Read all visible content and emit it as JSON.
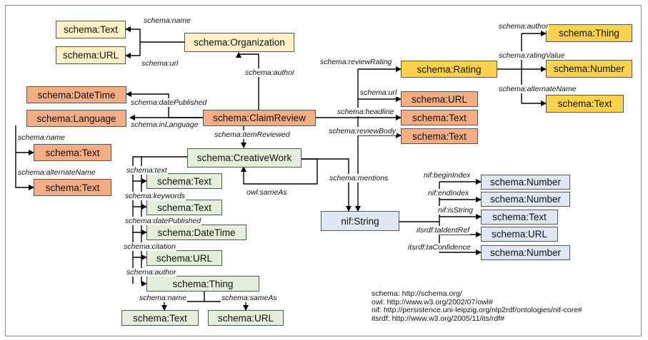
{
  "nodes": {
    "org_text": "schema:Text",
    "org_url": "schema:URL",
    "organization": "schema:Organization",
    "datetime": "schema:DateTime",
    "language": "schema:Language",
    "lang_text1": "schema:Text",
    "lang_text2": "schema:Text",
    "claimreview": "schema:ClaimReview",
    "rating": "schema:Rating",
    "rating_thing": "schema:Thing",
    "rating_number": "schema:Number",
    "rating_text": "schema:Text",
    "cr_url": "schema:URL",
    "cr_text1": "schema:Text",
    "cr_text2": "schema:Text",
    "creativework": "schema:CreativeWork",
    "cw_text": "schema:Text",
    "cw_keywords": "schema:Text",
    "cw_datetime": "schema:DateTime",
    "cw_url": "schema:URL",
    "cw_thing": "schema:Thing",
    "thing_text": "schema:Text",
    "thing_url": "schema:URL",
    "nifstring": "nif:String",
    "nif_begin": "schema:Number",
    "nif_end": "schema:Number",
    "nif_isstring": "schema:Text",
    "nif_identref": "schema:URL",
    "nif_confidence": "schema:Number"
  },
  "edges": {
    "name": "schema:name",
    "url": "schema:url",
    "author1": "schema:author",
    "datePublished1": "schema:datePublished",
    "inLanguage": "schema:inLanguage",
    "lang_name": "schema:name",
    "lang_altname": "schema:alternateName",
    "itemReviewed": "schema:itemReviewed",
    "reviewRating": "schema:reviewRating",
    "rating_author": "schema:author",
    "ratingValue": "schema:ratingValue",
    "rating_altname": "schema:alternateName",
    "cr_url": "schema:url",
    "headline": "schema:headline",
    "reviewBody": "schema:reviewBody",
    "mentions": "schema:mentions",
    "sameAs_owl": "owl:sameAs",
    "cw_text": "schema:text",
    "keywords": "schema:keywords",
    "datePublished2": "schema:datePublished",
    "citation": "schema:citation",
    "author2": "schema:author",
    "thing_name": "schema:name",
    "thing_sameAs": "schema:sameAs",
    "beginIndex": "nif:beginIndex",
    "endIndex": "nif:endIndex",
    "isString": "nif:isString",
    "taIdentRef": "itsrdf:taIdentRef",
    "taConfidence": "itsrdf:taConfidence"
  },
  "namespaces": [
    "schema: http://schema.org/",
    "owl: http://www.w3.org/2002/07/owl#",
    "nif: http://persistence.uni-leipzig.org/nlp2rdf/ontologies/nif-core#",
    "itsrdf: http://www.w3.org/2005/11/its/rdf#"
  ],
  "colors": {
    "organization": "#fdefc6",
    "claimreview": "#f3ad85",
    "rating": "#fbd24e",
    "creativework": "#e3efd9",
    "nif": "#dfe7f4"
  }
}
